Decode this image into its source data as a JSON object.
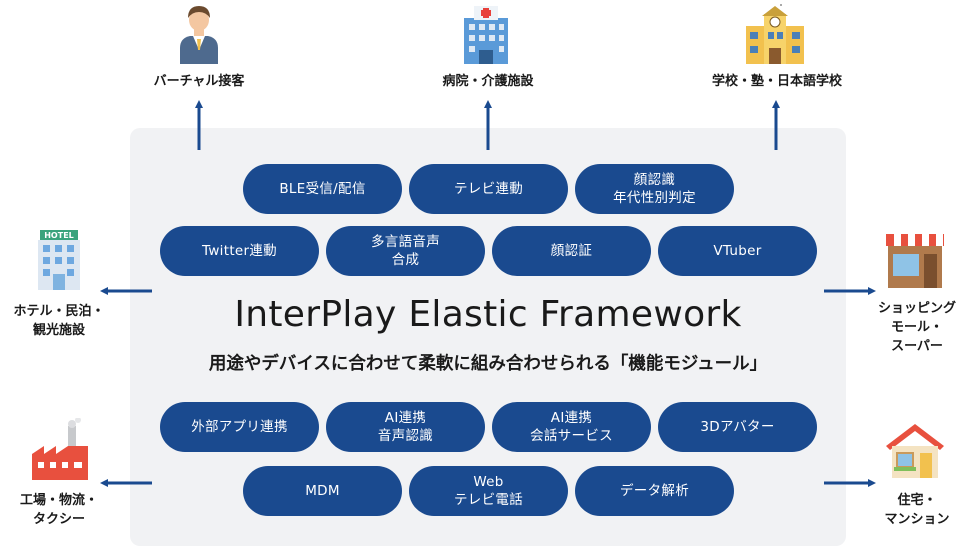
{
  "center": {
    "title": "InterPlay Elastic Framework",
    "subtitle": "用途やデバイスに合わせて柔軟に組み合わせられる「機能モジュール」"
  },
  "top_modules_row1": [
    "BLE受信/配信",
    "テレビ連動",
    "顔認識\n年代性別判定"
  ],
  "top_modules_row2": [
    "Twitter連動",
    "多言語音声\n合成",
    "顔認証",
    "VTuber"
  ],
  "bottom_modules_row1": [
    "外部アプリ連携",
    "AI連携\n音声認識",
    "AI連携\n会話サービス",
    "3Dアバター"
  ],
  "bottom_modules_row2": [
    "MDM",
    "Web\nテレビ電話",
    "データ解析"
  ],
  "targets": {
    "virtual_reception": "バーチャル接客",
    "hospital": "病院・介護施設",
    "school": "学校・塾・日本語学校",
    "hotel": "ホテル・民泊・\n観光施設",
    "factory": "工場・物流・\nタクシー",
    "shopping": "ショッピング\nモール・\nスーパー",
    "housing": "住宅・\nマンション"
  },
  "colors": {
    "pill": "#1a4a8f",
    "arrow": "#1a4a8f",
    "panel": "#f1f2f4"
  },
  "icons": [
    "receptionist-icon",
    "hospital-icon",
    "school-icon",
    "hotel-icon",
    "factory-icon",
    "shop-icon",
    "house-icon"
  ]
}
